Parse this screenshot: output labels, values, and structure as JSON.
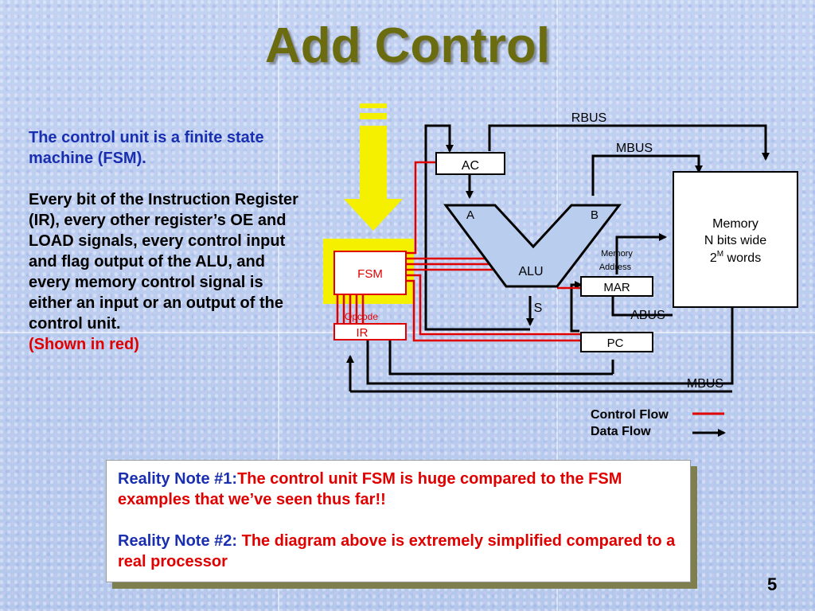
{
  "slide": {
    "title": "Add Control",
    "page_number": "5"
  },
  "left_text": {
    "p1": "The control unit is a finite state machine (FSM).",
    "p2": "Every bit of the Instruction Register (IR), every other register’s OE and LOAD signals, every control input and flag output of the ALU, and every memory control signal is either an input or an output of the control unit.",
    "p3": "(Shown in red)"
  },
  "diagram": {
    "rbus": "RBUS",
    "mbus_top": "MBUS",
    "mbus_bottom": "MBUS",
    "abus": "ABUS",
    "ac": "AC",
    "a": "A",
    "b": "B",
    "alu": "ALU",
    "s": "S",
    "fsm": "FSM",
    "opcode": "Opcode",
    "ir": "IR",
    "mar": "MAR",
    "pc": "PC",
    "memory_line1": "Memory",
    "memory_line2": "N bits wide",
    "memory_line3_base": "2",
    "memory_line3_sup": "M",
    "memory_line3_rest": " words",
    "mem_addr_line1": "Memory",
    "mem_addr_line2": "Address",
    "colors": {
      "control": "#e00000",
      "data": "#000000",
      "arrow": "#f4f000"
    }
  },
  "legend": {
    "control_flow": "Control Flow",
    "data_flow": "Data Flow"
  },
  "notes": {
    "note1_label": "Reality Note #1:",
    "note1_text": "The control unit FSM is huge compared to the FSM examples that we’ve seen thus far!!",
    "note2_label": "Reality Note #2:",
    "note2_text": " The diagram above is extremely simplified compared to a real processor"
  }
}
